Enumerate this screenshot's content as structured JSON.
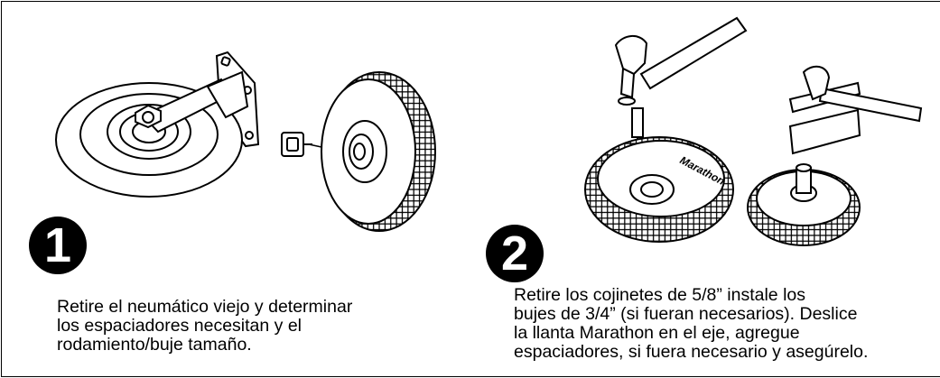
{
  "steps": [
    {
      "number": "1",
      "caption": "Retire el neumático viejo y determinar\nlos espaciadores necesitan y el\nrodamiento/buje tamaño."
    },
    {
      "number": "2",
      "caption": "Retire los cojinetes de 5/8” instale los\nbujes de 3/4” (si fueran necesarios). Deslice\nla llanta Marathon en el eje, agregue\nespaciadores, si fuera necesario y asegúrelo."
    }
  ],
  "tire_brand_text": "Marathon"
}
